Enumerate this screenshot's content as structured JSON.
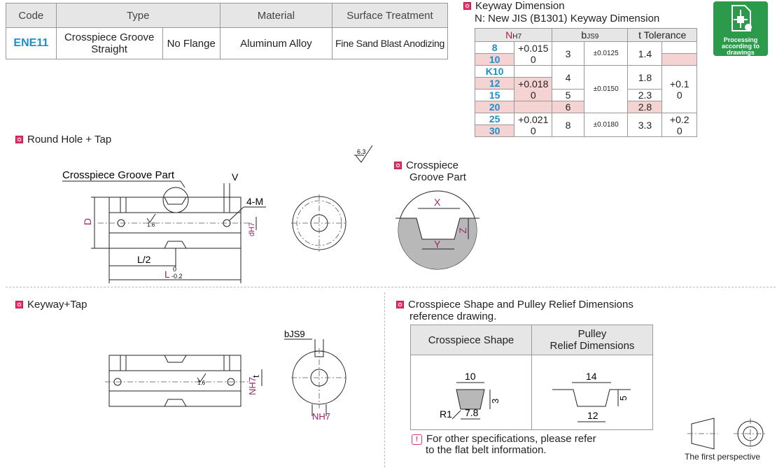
{
  "spec_table": {
    "headers": [
      "Code",
      "Type",
      "Material",
      "Surface Treatment"
    ],
    "row": {
      "code": "ENE11",
      "type1": "Crosspiece Groove Straight",
      "type2": "No Flange",
      "material": "Aluminum Alloy",
      "surface": "Fine Sand Blast Anodizing"
    }
  },
  "keyway": {
    "title": "Keyway Dimension",
    "subtitle": "N: New JIS (B1301) Keyway Dimension",
    "headers": {
      "n": "N",
      "n_sub": "H7",
      "b": "b",
      "b_sub": "JS9",
      "t": "t Tolerance"
    },
    "rows": [
      "8",
      "10",
      "K10",
      "12",
      "15",
      "20",
      "25",
      "30"
    ],
    "n_tol": [
      {
        "upper": "+0.015",
        "lower": "0"
      },
      {
        "upper": "+0.018",
        "lower": "0"
      },
      {
        "upper": "+0.021",
        "lower": "0"
      }
    ],
    "b": [
      "3",
      "4",
      "5",
      "6",
      "8"
    ],
    "b_tol": [
      "±0.0125",
      "±0.0150",
      "±0.0180"
    ],
    "t": [
      "1.4",
      "1.8",
      "2.3",
      "2.8",
      "3.3"
    ],
    "t_tol": [
      {
        "upper": "+0.1",
        "lower": "0"
      },
      {
        "upper": "+0.2",
        "lower": "0"
      }
    ]
  },
  "badge": {
    "line1": "Processing",
    "line2": "according to",
    "line3": "drawings"
  },
  "sections": {
    "round_hole": "Round Hole + Tap",
    "crosspiece_groove": "Crosspiece",
    "crosspiece_groove2": "Groove Part",
    "keyway_tap": "Keyway+Tap",
    "crosspiece_shape_line1": "Crosspiece Shape and Pulley Relief Dimensions",
    "crosspiece_shape_line2": "reference drawing."
  },
  "drawing1": {
    "crosspiece_groove_part": "Crosspiece Groove Part",
    "v": "V",
    "m": "4-M",
    "d": "D",
    "dh7": "dH7",
    "roughness": "1.6",
    "roughness_top": "6.3",
    "l2": "L/2",
    "l": "L",
    "l_tol_upper": "0",
    "l_tol_lower": "-0.2"
  },
  "groove_detail": {
    "x": "X",
    "y": "Y",
    "z": "Z"
  },
  "drawing2": {
    "bjs9": "bJS9",
    "nh7": "NH7",
    "t": "t",
    "roughness": "1.6"
  },
  "ref_table": {
    "col1": "Crosspiece Shape",
    "col2_line1": "Pulley",
    "col2_line2": "Relief Dimensions",
    "shape": {
      "top": "10",
      "h": "3",
      "r": "R1",
      "bottom": "7.8"
    },
    "relief": {
      "top": "14",
      "h": "5",
      "bottom": "12"
    }
  },
  "note": {
    "line1": "For other specifications, please refer",
    "line2": "to the flat belt information."
  },
  "perspective": "The first perspective"
}
